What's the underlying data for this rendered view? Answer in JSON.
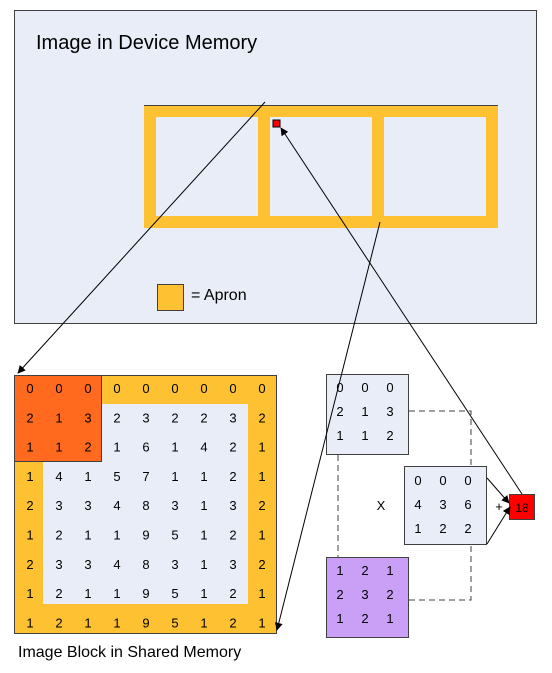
{
  "device": {
    "title": "Image in Device Memory"
  },
  "legend": {
    "label": "= Apron"
  },
  "shared": {
    "title": "Image Block in Shared Memory",
    "grid": [
      [
        "0",
        "0",
        "0",
        "0",
        "0",
        "0",
        "0",
        "0",
        "0"
      ],
      [
        "2",
        "1",
        "3",
        "2",
        "3",
        "2",
        "2",
        "3",
        "2"
      ],
      [
        "1",
        "1",
        "2",
        "1",
        "6",
        "1",
        "4",
        "2",
        "1"
      ],
      [
        "1",
        "4",
        "1",
        "5",
        "7",
        "1",
        "1",
        "2",
        "1"
      ],
      [
        "2",
        "3",
        "3",
        "4",
        "8",
        "3",
        "1",
        "3",
        "2"
      ],
      [
        "1",
        "2",
        "1",
        "1",
        "9",
        "5",
        "1",
        "2",
        "1"
      ],
      [
        "2",
        "3",
        "3",
        "4",
        "8",
        "3",
        "1",
        "3",
        "2"
      ],
      [
        "1",
        "2",
        "1",
        "1",
        "9",
        "5",
        "1",
        "2",
        "1"
      ],
      [
        "1",
        "2",
        "1",
        "1",
        "9",
        "5",
        "1",
        "2",
        "1"
      ]
    ]
  },
  "patch": {
    "grid": [
      [
        "0",
        "0",
        "0"
      ],
      [
        "2",
        "1",
        "3"
      ],
      [
        "1",
        "1",
        "2"
      ]
    ]
  },
  "product": {
    "grid": [
      [
        "0",
        "0",
        "0"
      ],
      [
        "4",
        "3",
        "6"
      ],
      [
        "1",
        "2",
        "2"
      ]
    ]
  },
  "kernel": {
    "grid": [
      [
        "1",
        "2",
        "1"
      ],
      [
        "2",
        "3",
        "2"
      ],
      [
        "1",
        "2",
        "1"
      ]
    ]
  },
  "operators": {
    "times": "X",
    "plus": "+"
  },
  "result": {
    "value": "18"
  },
  "colors": {
    "device_bg": "#e8edf7",
    "apron": "#fdc132",
    "active_window": "#ff6a1f",
    "kernel": "#c9a0f5",
    "result": "#ff0000",
    "matrix_bg": "#e8edf7",
    "selected_pixel": "#ff0000"
  }
}
